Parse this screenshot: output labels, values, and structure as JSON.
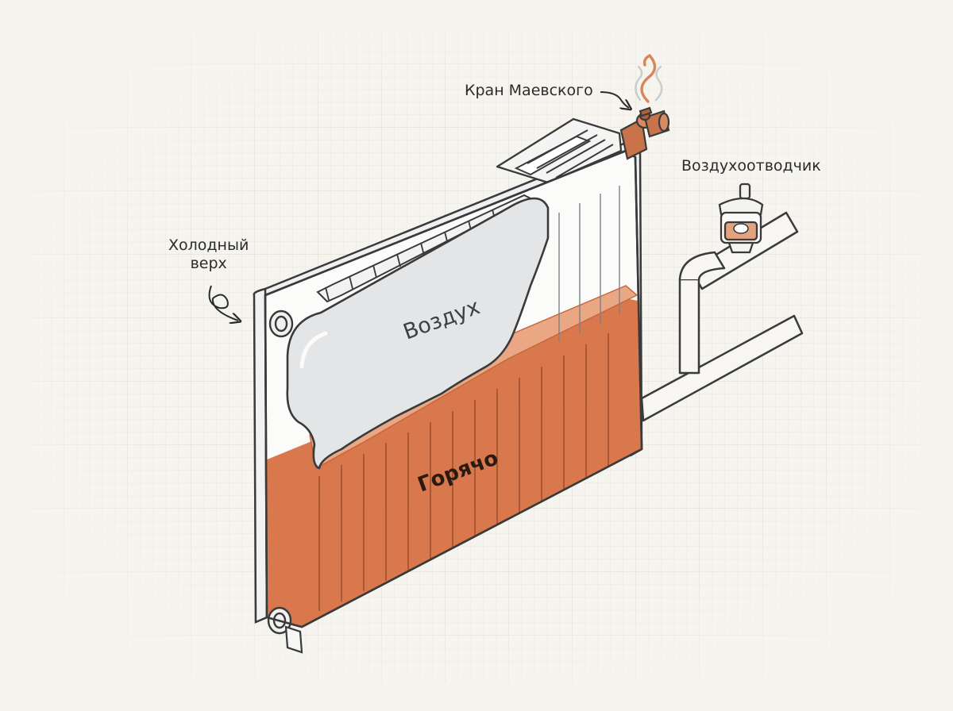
{
  "labels": {
    "mayevsky_valve": "Кран Маевского",
    "air_vent": "Воздухоотводчик",
    "cold_top_line1": "Холодный",
    "cold_top_line2": "верх",
    "air": "Воздух",
    "hot": "Горячо"
  },
  "colors": {
    "background": "#f6f4ee",
    "grid": "#e2ded5",
    "outline": "#3a3a3a",
    "hot_water": "#d9784d",
    "hot_water_light": "#e9a784",
    "air_bubble": "#e3e5e7",
    "copper": "#c8734a",
    "steam": "#d9855a"
  },
  "icons": [
    "mayevsky-valve-icon",
    "air-vent-icon",
    "steam-icon",
    "pipe-icon",
    "radiator-icon"
  ]
}
